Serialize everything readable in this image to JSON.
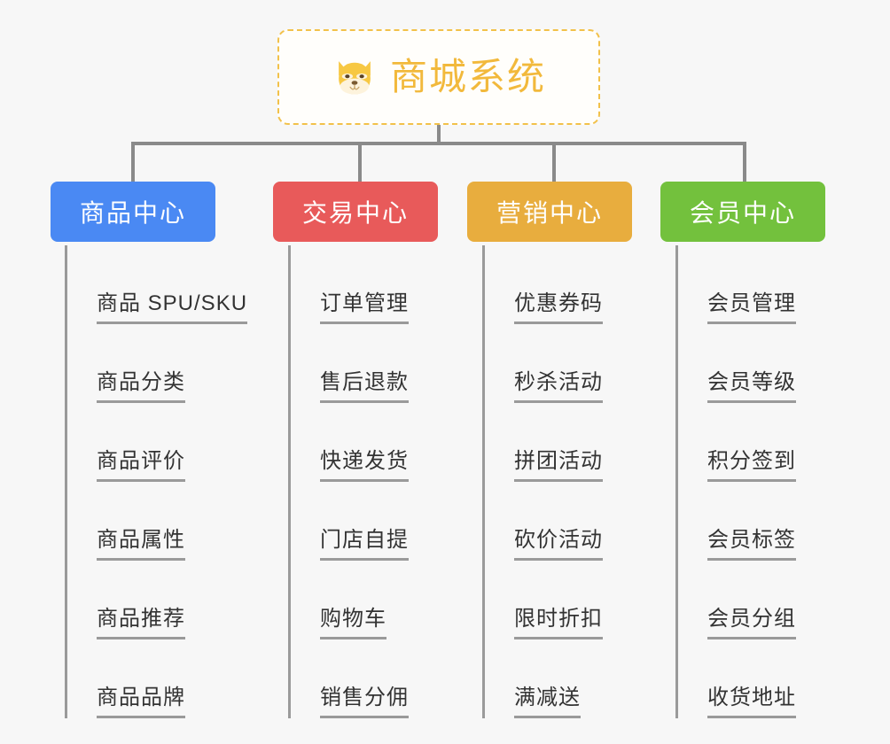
{
  "page": {
    "background": "#f7f7f7",
    "type": "mindmap-tree"
  },
  "root": {
    "icon": "shiba-dog-emoji",
    "title": "商城系统",
    "border_color": "#f2c14a",
    "text_color": "#f2b93c"
  },
  "connector_color": "#8a8a8a",
  "leaf_line_color": "#9a9a9a",
  "branches": [
    {
      "label": "商品中心",
      "color": "#4a89f3",
      "items": [
        "商品 SPU/SKU",
        "商品分类",
        "商品评价",
        "商品属性",
        "商品推荐",
        "商品品牌"
      ]
    },
    {
      "label": "交易中心",
      "color": "#e85a5a",
      "items": [
        "订单管理",
        "售后退款",
        "快递发货",
        "门店自提",
        "购物车",
        "销售分佣"
      ]
    },
    {
      "label": "营销中心",
      "color": "#e8ad3e",
      "items": [
        "优惠券码",
        "秒杀活动",
        "拼团活动",
        "砍价活动",
        "限时折扣",
        "满减送"
      ]
    },
    {
      "label": "会员中心",
      "color": "#73c13d",
      "items": [
        "会员管理",
        "会员等级",
        "积分签到",
        "会员标签",
        "会员分组",
        "收货地址"
      ]
    }
  ]
}
